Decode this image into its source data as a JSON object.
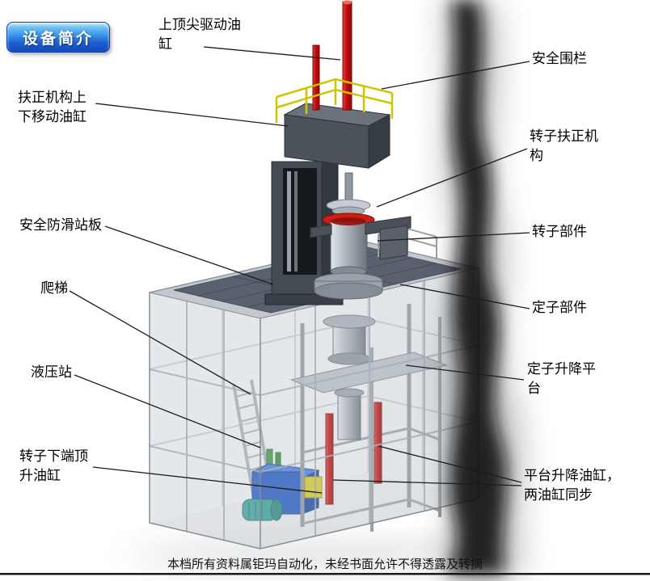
{
  "badge": {
    "label": "设备简介"
  },
  "annotations": {
    "top_tip_cylinder": "上顶尖驱动油缸",
    "safety_fence": "安全围栏",
    "centering_updown_cylinder": "扶正机构上下移动油缸",
    "rotor_centering_mechanism": "转子扶正机构",
    "anti_slip_platform": "安全防滑站板",
    "rotor_component": "转子部件",
    "ladder": "爬梯",
    "stator_component": "定子部件",
    "hydraulic_station": "液压站",
    "stator_lift_platform": "定子升降平台",
    "rotor_bottom_jack_cylinder": "转子下端顶升油缸",
    "platform_lift_cylinders": "平台升降油缸，两油缸同步"
  },
  "footer": {
    "text": "本档所有资料属钜玛自动化，未经书面允许不得透露及转摘"
  },
  "colors": {
    "badge_blue": "#1b5fd3",
    "cylinder_red": "#c41010",
    "railing_yellow": "#cfc400",
    "hydraulic_blue": "#1d54c2",
    "platform_slate": "#59616e"
  }
}
